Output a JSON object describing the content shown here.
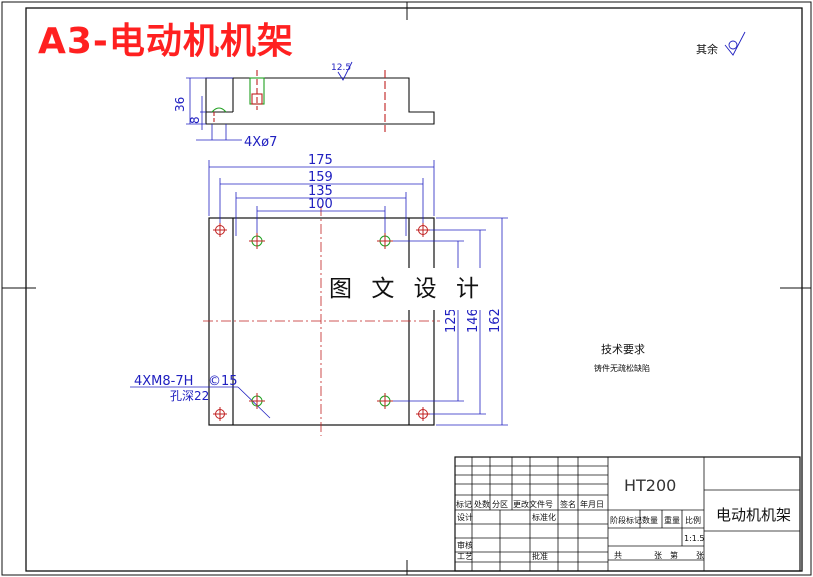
{
  "title": "A3-电动机机架",
  "watermark": "图 文 设 计",
  "surface": {
    "symbol_value": "12.5",
    "others_label": "其余"
  },
  "side_view": {
    "dim_height": "36",
    "dim_depth": "8",
    "holes_label": "4Xø7"
  },
  "plan_view": {
    "dims_horizontal": [
      "175",
      "159",
      "135",
      "100"
    ],
    "dims_vertical": [
      "125",
      "146",
      "162"
    ],
    "thread_label": "4XM8-7H",
    "thread_depth": "©15",
    "hole_depth": "孔深22"
  },
  "notes": {
    "heading": "技术要求",
    "body": "铸件无疏松缺陷"
  },
  "title_block": {
    "material": "HT200",
    "part_name": "电动机机架",
    "row_headers": [
      "标记",
      "处数",
      "分区",
      "更改文件号",
      "签名",
      "年月日"
    ],
    "designer_label": "设计",
    "standardize_label": "标准化",
    "stage_headers": [
      "阶段标记",
      "数量",
      "重量",
      "比例"
    ],
    "scale": "1:1.5",
    "check_label": "审核",
    "process_label": "工艺",
    "approve_label": "批准",
    "sheet_total": "共",
    "sheet_label": "张",
    "sheet_no": "第",
    "sheet_suffix": "张"
  }
}
